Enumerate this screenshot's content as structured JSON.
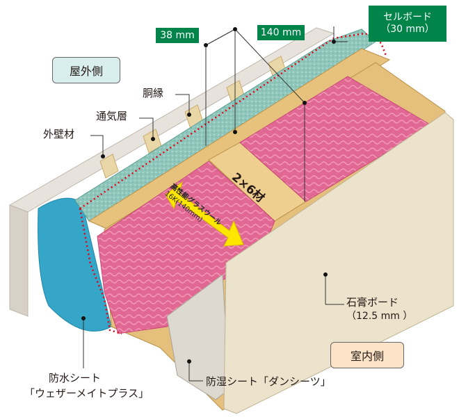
{
  "labels": {
    "exterior_side": "屋外側",
    "interior_side": "室内側",
    "furring": "胴縁",
    "ventilation_layer": "通気層",
    "exterior_wall": "外壁材",
    "dimension_38": "38 mm",
    "dimension_140": "140 mm",
    "cell_board_line1": "セルボード",
    "cell_board_line2": "（30 mm）",
    "stud": "2×6材",
    "glass_wool_line1": "高性能グラスウール",
    "glass_wool_line2": "16K(140mm)",
    "gypsum_board_line1": "石膏ボード",
    "gypsum_board_line2": "（12.5 mm ）",
    "waterproof_sheet_line1": "防水シート",
    "waterproof_sheet_line2": "「ウェザーメイトプラス」",
    "vapor_barrier": "防湿シート「ダンシーツ」"
  },
  "colors": {
    "exterior_badge": "#d9efed",
    "interior_badge": "#fbe3c7",
    "callout_green": "#00844a",
    "insulation_pink": "#e56f97",
    "wood": "#e8c785",
    "cell_board": "#8fc8bd",
    "gypsum": "#ede4cf",
    "waterproof_blue": "#3aa7c9",
    "dotted_outline": "#e60012",
    "arrow_yellow": "#ffe600"
  }
}
